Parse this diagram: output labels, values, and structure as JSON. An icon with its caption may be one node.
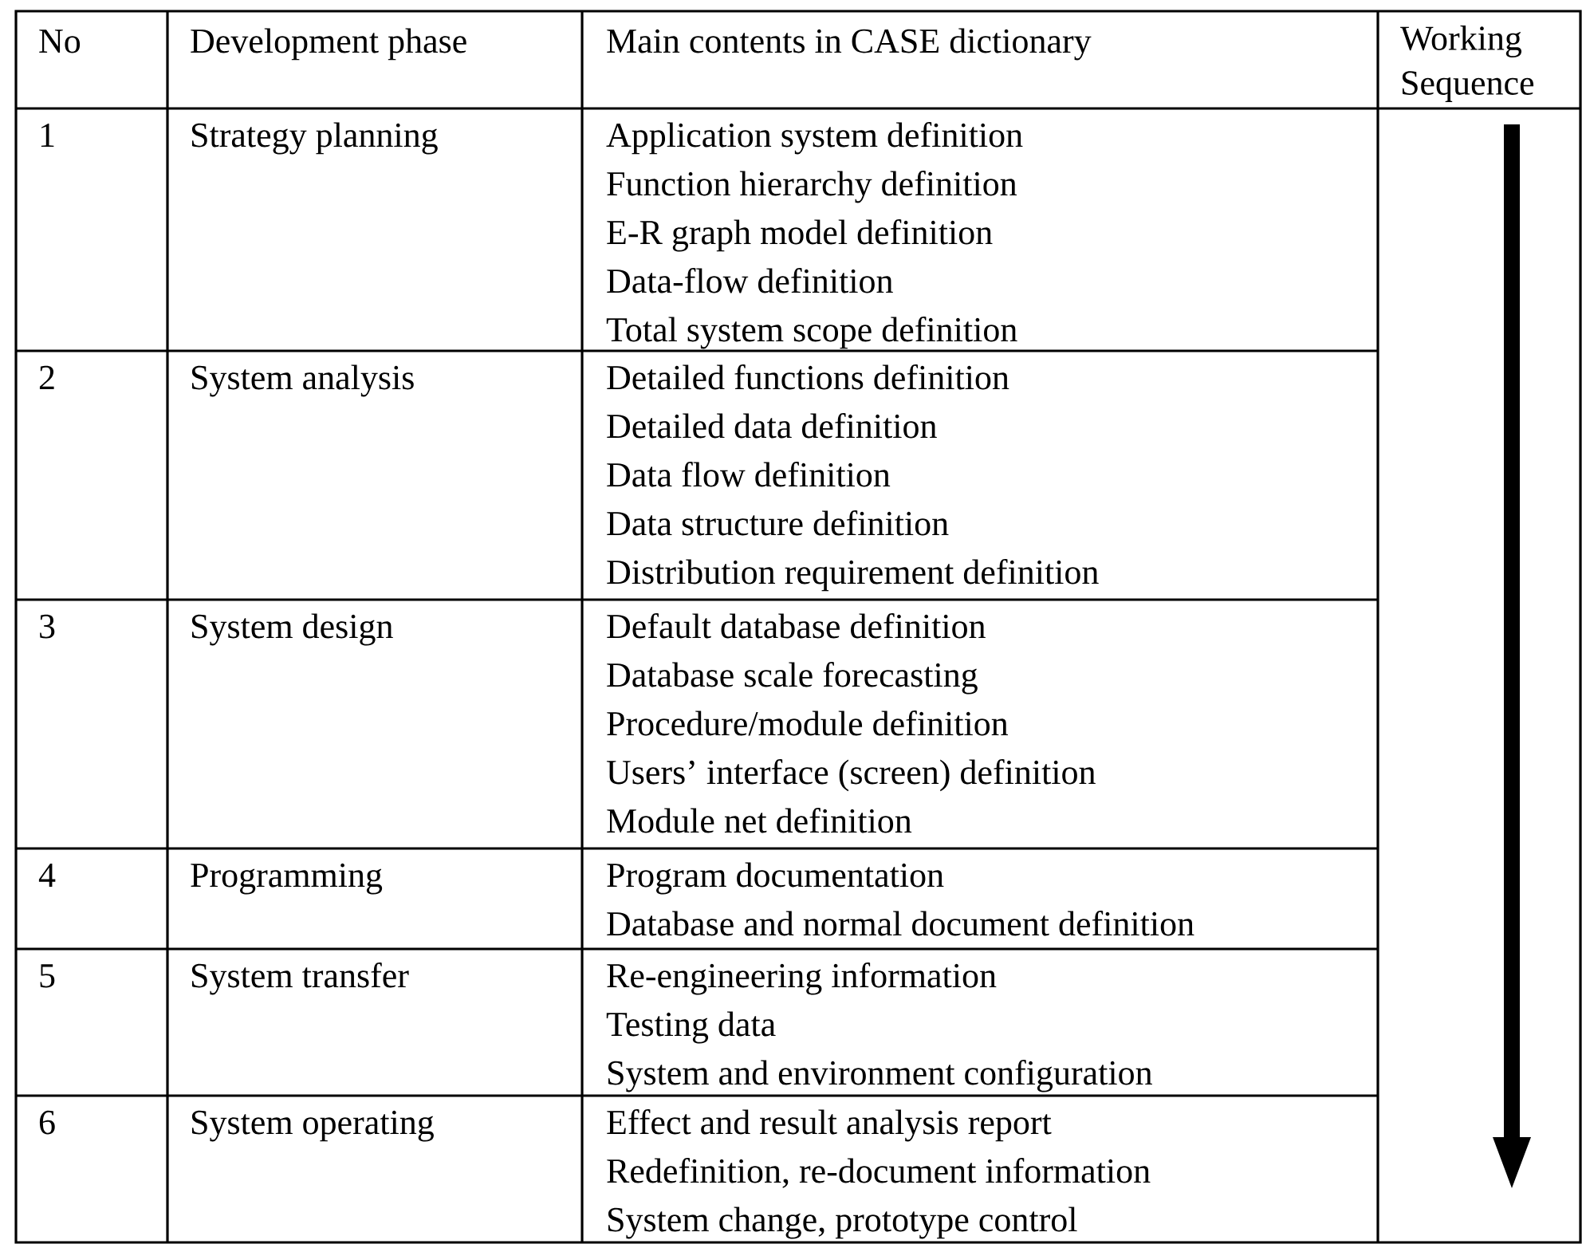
{
  "diagram": {
    "labels": [
      "No",
      "Development phase",
      "Main contents in CASE dictionary",
      "Working Sequence",
      "1",
      "Strategy planning",
      "Application system definition",
      "Function hierarchy definition",
      "E-R graph model definition",
      "Data-flow definition",
      "Total system scope definition",
      "2",
      "System analysis",
      "Detailed functions definition",
      "Detailed data definition",
      "Data flow definition",
      "Data structure definition",
      "Distribution requirement definition",
      "3",
      "System design",
      "Default database definition",
      "Database scale forecasting",
      "Procedure/module definition",
      "Users’ interface (screen) definition",
      "Module net definition",
      "4",
      "Programming",
      "Program documentation",
      "Database and normal document definition",
      "5",
      "System transfer",
      "Re-engineering information",
      "Testing data",
      "System and environment configuration",
      "6",
      "System operating",
      "Effect and result analysis report",
      "Redefinition, re-document information",
      "System change, prototype control"
    ]
  }
}
